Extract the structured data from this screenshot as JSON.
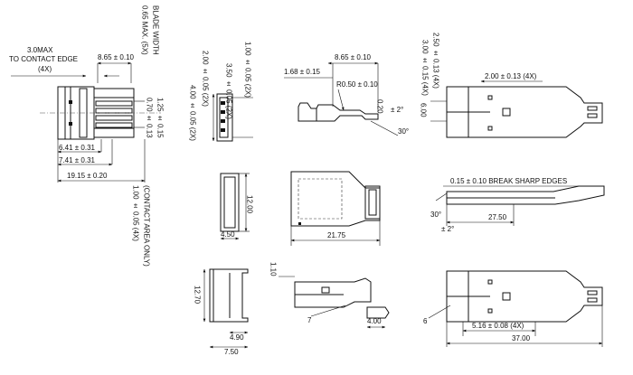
{
  "drawing": {
    "side_view": {
      "contact_edge_max": "3.0MAX",
      "to_contact_edge": "TO CONTACT EDGE",
      "qty_4x": "(4X)",
      "dim_865": "8.65 ± 0.10",
      "blade_width_val": "0.65 MAX. (5X)",
      "blade_width_label": "BLADE WIDTH",
      "dim_070": "0.70 ± 0.13",
      "dim_125": "1.25 ± 0.15",
      "dim_641": "6.41 ± 0.31",
      "dim_741": "7.41 ± 0.31",
      "dim_1915": "19.15 ± 0.20",
      "dim_100_4x": "1.00 ± 0.05 (4X)",
      "contact_area_only": "(CONTACT AREA ONLY)"
    },
    "front_view": {
      "dim_400": "4.00 ± 0.05 (2X)",
      "dim_200": "2.00 ± 0.05 (2X)",
      "dim_350": "3.50 ± 0.05 (2X)",
      "dim_100": "1.00 ± 0.05 (2X)"
    },
    "detail_view": {
      "dim_865": "8.65 ± 0.10",
      "dim_168": "1.68 ± 0.15",
      "radius": "R0.50 ± 0.10",
      "dim_020": "0.20",
      "angle_tol": "± 2°",
      "angle_30": "30°"
    },
    "top_right_view": {
      "dim_300": "3.00 ± 0.15 (4X)",
      "dim_250": "2.50 ± 0.13 (4X)",
      "dim_200": "2.00 ± 0.13 (4X)",
      "dim_600": "6.00"
    },
    "mid_row": {
      "dim_450": "4.50",
      "dim_1200": "12.00",
      "dim_2175": "21.75",
      "break_sharp": "0.15 ± 0.10  BREAK SHARP EDGES",
      "angle_30": "30°",
      "angle_tol": "± 2°",
      "dim_2750": "27.50"
    },
    "bottom_row": {
      "dim_1270": "12.70",
      "dim_490": "4.90",
      "dim_750": "7.50",
      "dim_110": "1.10",
      "callout_7": "7",
      "dim_400": "4.00",
      "callout_6": "6",
      "dim_516": "5.16 ± 0.08 (4X)",
      "dim_3700": "37.00"
    }
  }
}
